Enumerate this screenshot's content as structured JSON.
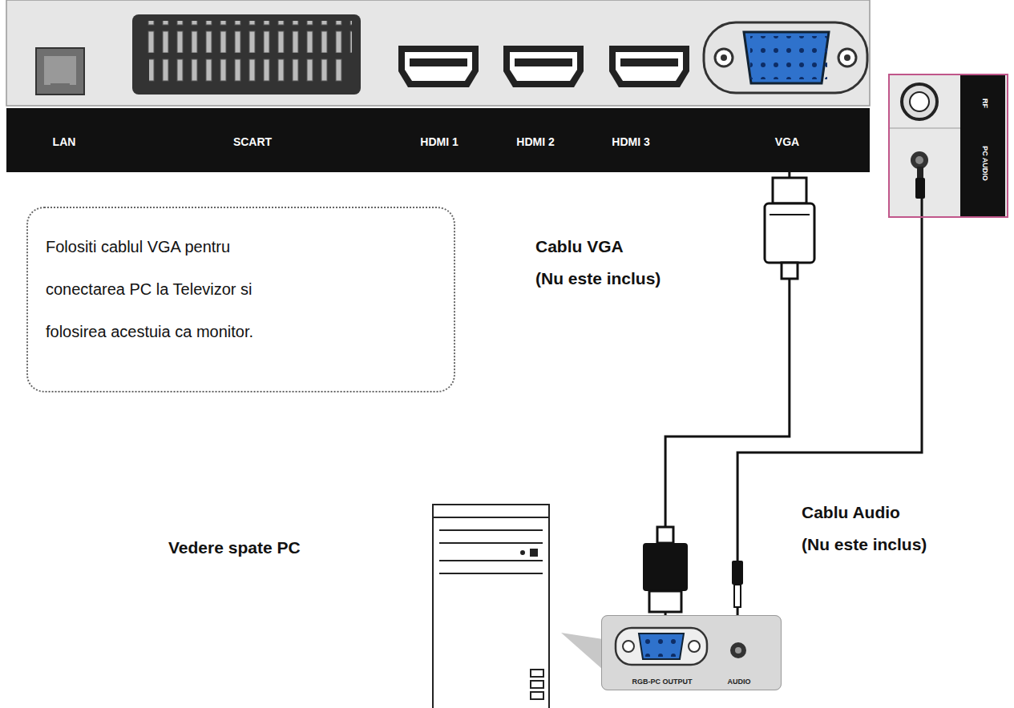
{
  "diagram": {
    "nodes": [
      {
        "text": [
          "LAN",
          "SCART",
          "HDMI 1",
          "HDMI 2",
          "HDMI 3",
          "VGA"
        ]
      },
      {
        "text": [
          "RF",
          "PC AUDIO"
        ]
      },
      {
        "text": [
          "Folositi cablul VGA pentru conectarea PC la Televizor si folosirea acestuia ca monitor."
        ]
      },
      {
        "text": [
          "RGB-PC OUTPUT",
          "AUDIO"
        ]
      }
    ],
    "edges": [
      {
        "from": 0,
        "to": 3,
        "arrow": "none"
      },
      {
        "from": 1,
        "to": 3,
        "arrow": "none"
      }
    ],
    "labels": [
      "Cablu VGA",
      "(Nu este inclus)",
      "Vedere spate PC",
      "Cablu Audio",
      "(Nu este inclus)"
    ]
  }
}
